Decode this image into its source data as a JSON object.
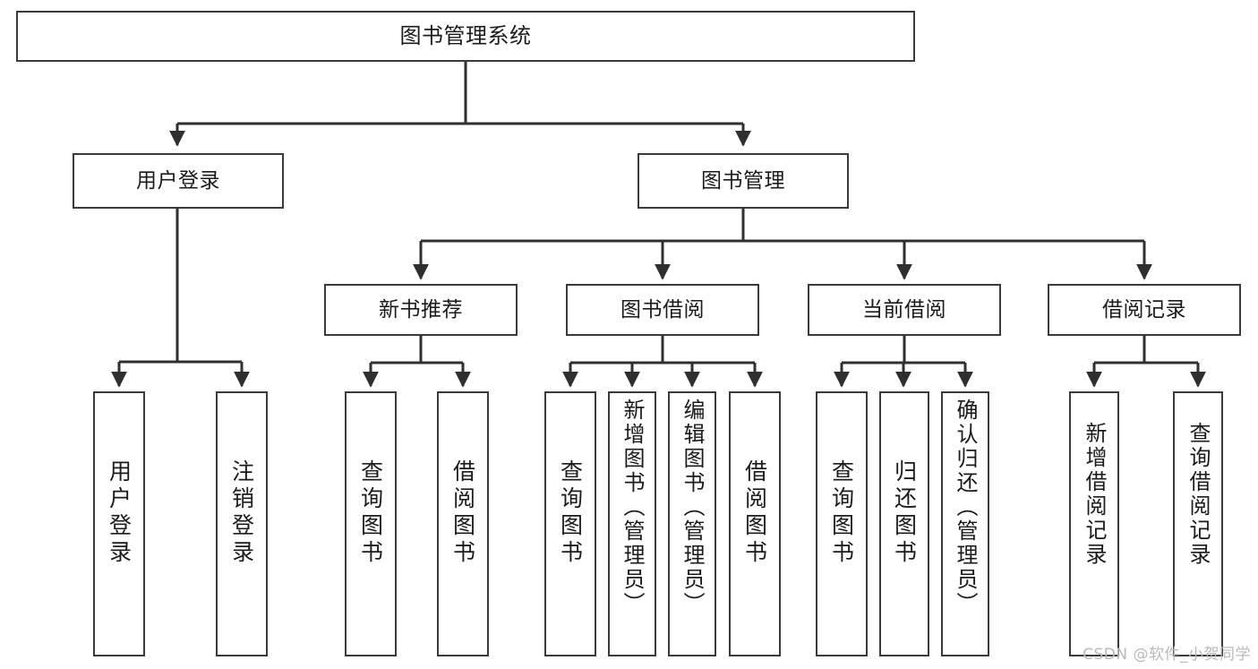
{
  "diagram": {
    "title": "图书管理系统",
    "type": "hierarchy-tree",
    "watermark": "CSDN @软件_小贺同学",
    "colors": {
      "box_border": "#3a3a3a",
      "box_fill": "#ffffff",
      "connector": "#2f2f2f",
      "text": "#1b1b1b",
      "watermark": "#b9b9b9"
    },
    "nodes": {
      "root": {
        "label": "图书管理系统"
      },
      "level2": [
        {
          "id": "user-login",
          "label": "用户登录"
        },
        {
          "id": "book-manage",
          "label": "图书管理"
        }
      ],
      "level3": [
        {
          "id": "new-book-recommend",
          "label": "新书推荐"
        },
        {
          "id": "book-borrow",
          "label": "图书借阅"
        },
        {
          "id": "current-borrow",
          "label": "当前借阅"
        },
        {
          "id": "borrow-record",
          "label": "借阅记录"
        }
      ],
      "leaves": {
        "user_login": [
          {
            "id": "leaf-user-login",
            "label": "用户登录"
          },
          {
            "id": "leaf-logout",
            "label": "注销登录"
          }
        ],
        "new_book_recommend": [
          {
            "id": "leaf-query-book-1",
            "label": "查询图书"
          },
          {
            "id": "leaf-borrow-book-1",
            "label": "借阅图书"
          }
        ],
        "book_borrow": [
          {
            "id": "leaf-query-book-2",
            "label": "查询图书"
          },
          {
            "id": "leaf-add-book",
            "label": "新增图书（管理员）"
          },
          {
            "id": "leaf-edit-book",
            "label": "编辑图书（管理员）"
          },
          {
            "id": "leaf-borrow-book-2",
            "label": "借阅图书"
          }
        ],
        "current_borrow": [
          {
            "id": "leaf-query-book-3",
            "label": "查询图书"
          },
          {
            "id": "leaf-return-book",
            "label": "归还图书"
          },
          {
            "id": "leaf-confirm-return",
            "label": "确认归还（管理员）"
          }
        ],
        "borrow_record": [
          {
            "id": "leaf-add-record",
            "label": "新增借阅记录"
          },
          {
            "id": "leaf-query-record",
            "label": "查询借阅记录"
          }
        ]
      }
    }
  }
}
